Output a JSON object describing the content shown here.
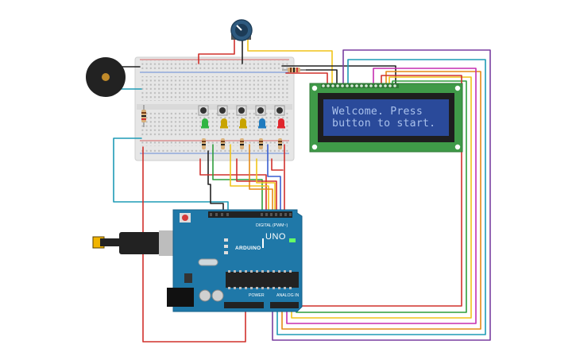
{
  "lcd": {
    "line1": "Welcome. Press",
    "line2": "button to start."
  },
  "arduino": {
    "brand": "ARDUINO",
    "model": "UNO",
    "header_digital": "DIGITAL (PWM~)",
    "header_power": "POWER",
    "header_analog": "ANALOG IN"
  },
  "leds": [
    {
      "color": "#2fb543"
    },
    {
      "color": "#c8a400"
    },
    {
      "color": "#c8a400"
    },
    {
      "color": "#1f7bbf"
    },
    {
      "color": "#e0262d"
    }
  ],
  "wire_colors": {
    "red": "#d0302c",
    "black": "#222222",
    "yellow": "#f0c419",
    "cyan": "#1e9bb6",
    "green": "#2f9e3c",
    "purple": "#7a3fa0",
    "orange": "#e58a16",
    "magenta": "#c52fb0",
    "blue": "#3a5fd0"
  }
}
